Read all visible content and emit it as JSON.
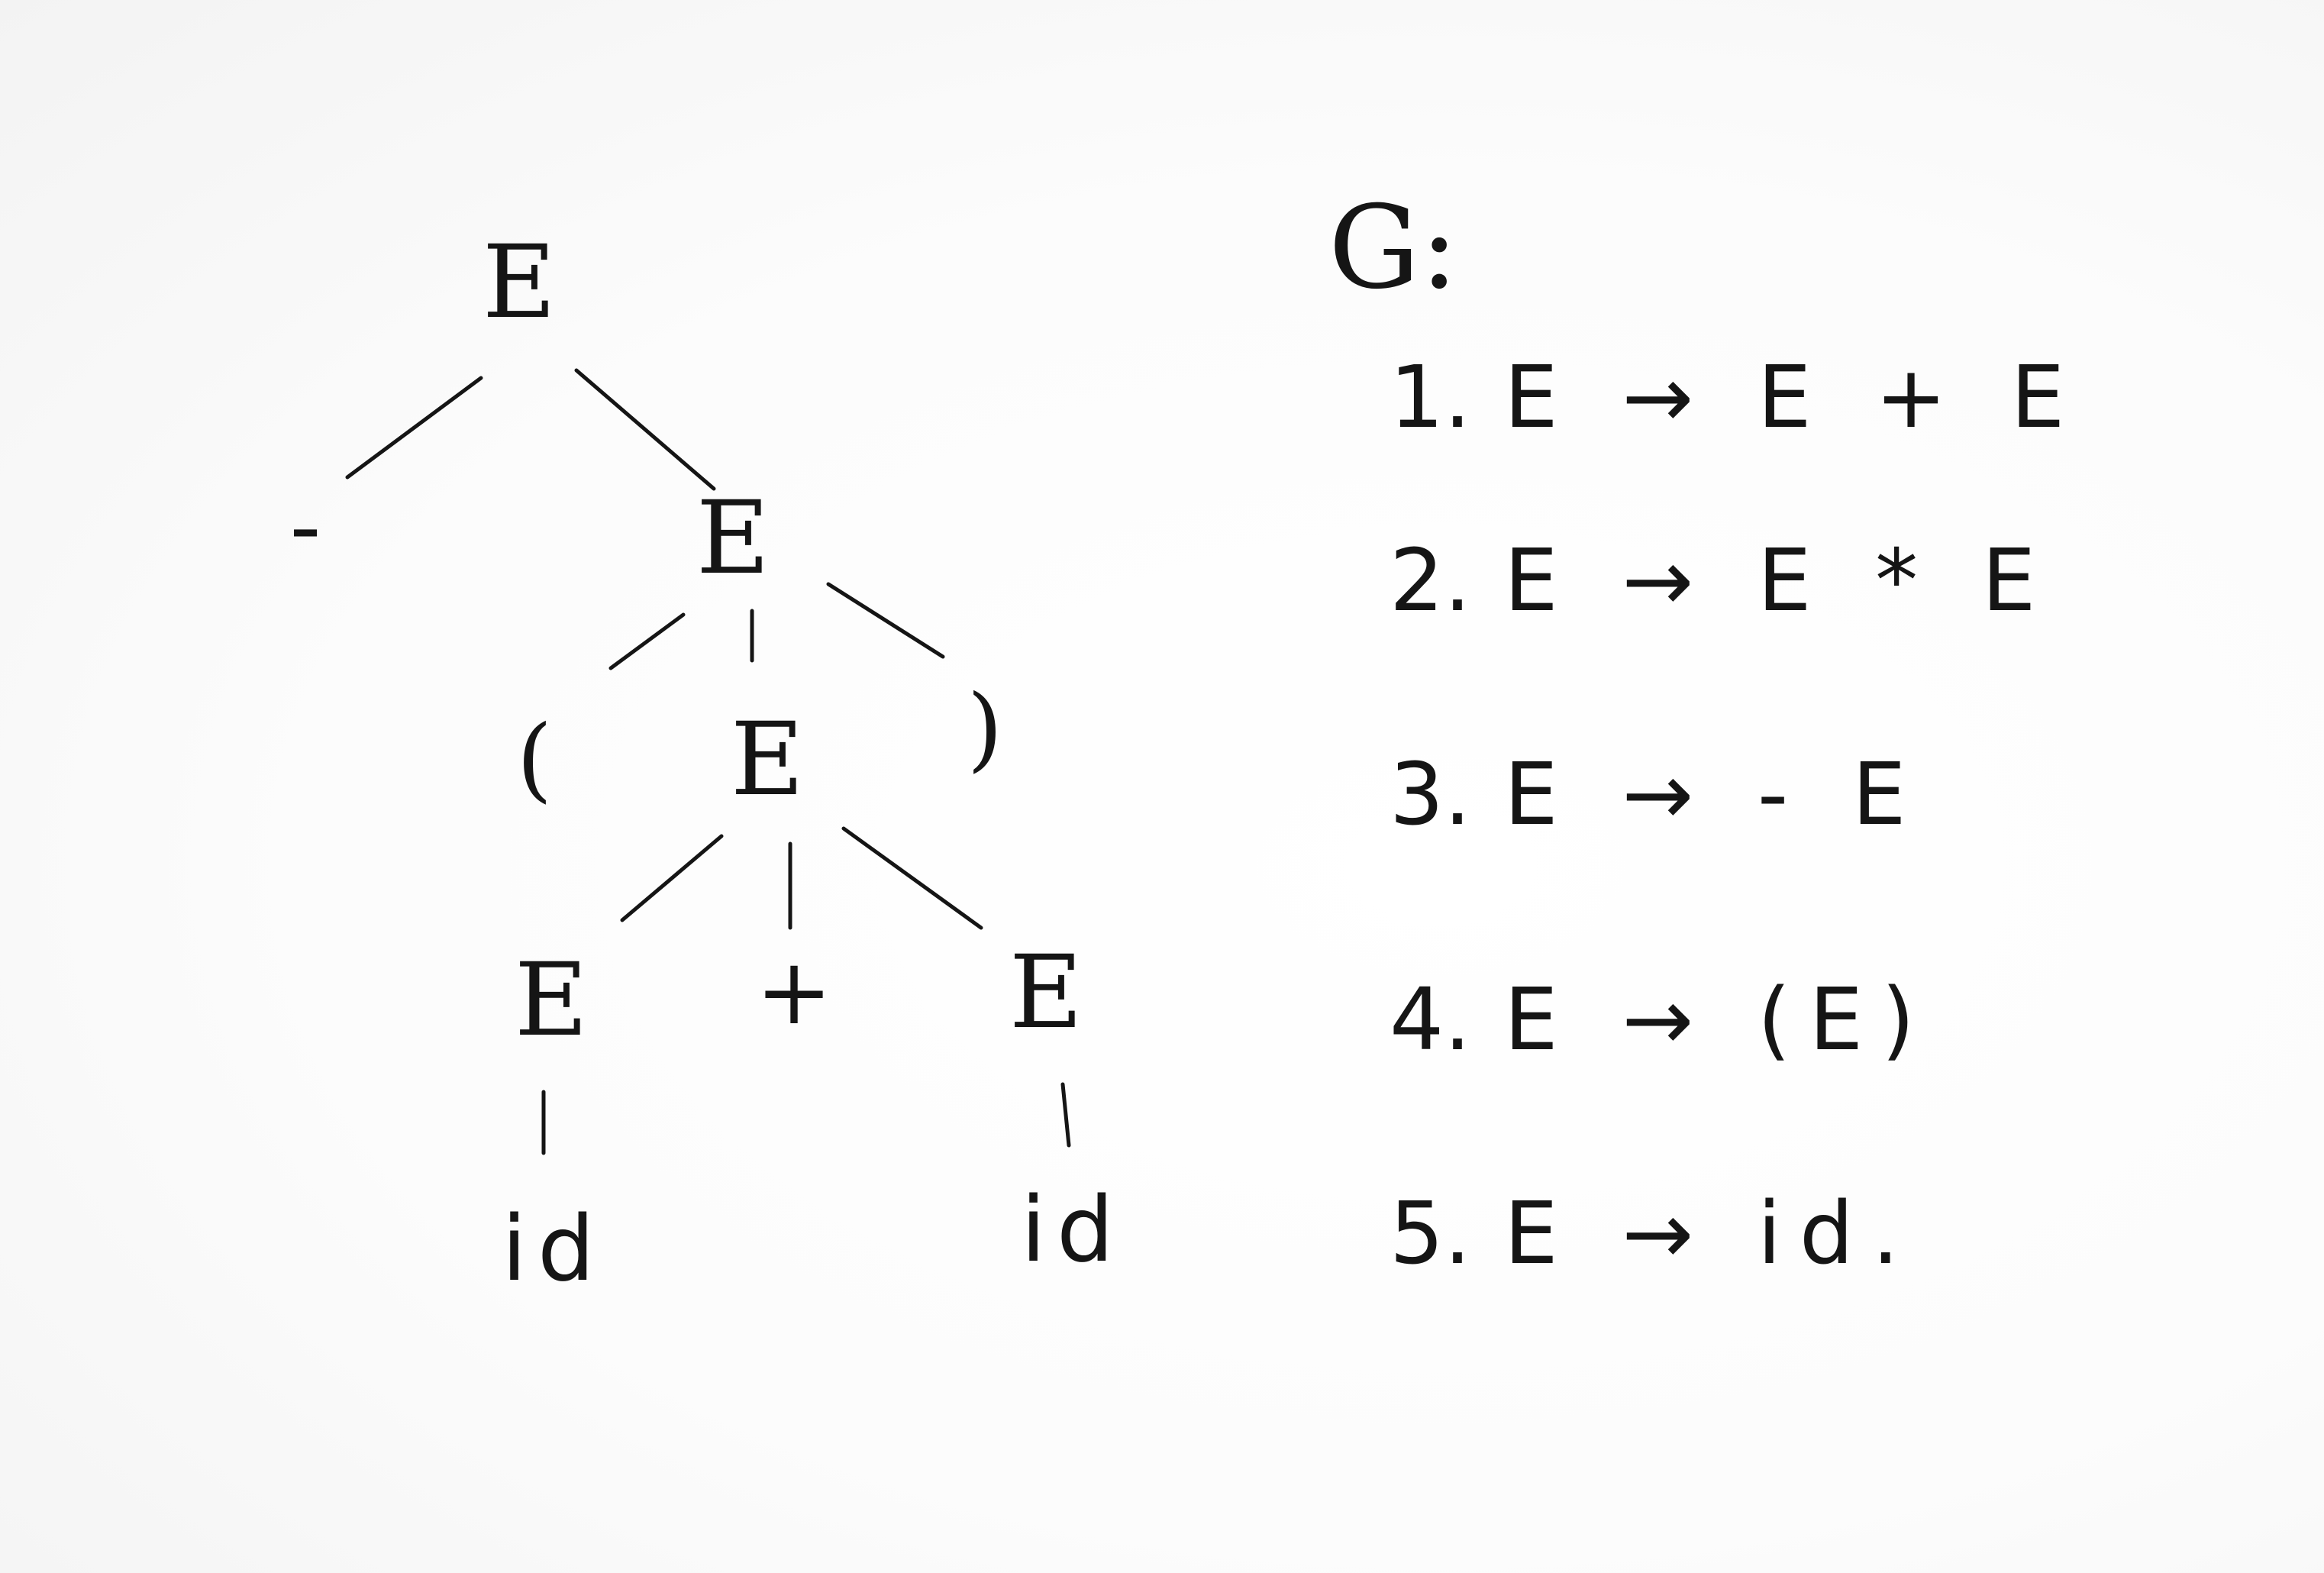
{
  "tree": {
    "nodes": [
      {
        "key": "root",
        "label": "E"
      },
      {
        "key": "minus",
        "label": "-"
      },
      {
        "key": "e2",
        "label": "E"
      },
      {
        "key": "lparen",
        "label": "("
      },
      {
        "key": "e3",
        "label": "E"
      },
      {
        "key": "rparen",
        "label": ")"
      },
      {
        "key": "e4",
        "label": "E"
      },
      {
        "key": "plus",
        "label": "+"
      },
      {
        "key": "e5",
        "label": "E"
      },
      {
        "key": "id1",
        "label": "id"
      },
      {
        "key": "id2",
        "label": "id"
      }
    ],
    "edges": [
      [
        "root",
        "minus"
      ],
      [
        "root",
        "e2"
      ],
      [
        "e2",
        "lparen"
      ],
      [
        "e2",
        "e3"
      ],
      [
        "e2",
        "rparen"
      ],
      [
        "e3",
        "e4"
      ],
      [
        "e3",
        "plus"
      ],
      [
        "e3",
        "e5"
      ],
      [
        "e4",
        "id1"
      ],
      [
        "e5",
        "id2"
      ]
    ]
  },
  "grammar": {
    "title": "G:",
    "rules": [
      {
        "number": "1.",
        "production": "E → E + E"
      },
      {
        "number": "2.",
        "production": "E → E * E"
      },
      {
        "number": "3.",
        "production": "E → - E"
      },
      {
        "number": "4.",
        "production": "E → (E)"
      },
      {
        "number": "5.",
        "production": "E → id."
      }
    ]
  }
}
